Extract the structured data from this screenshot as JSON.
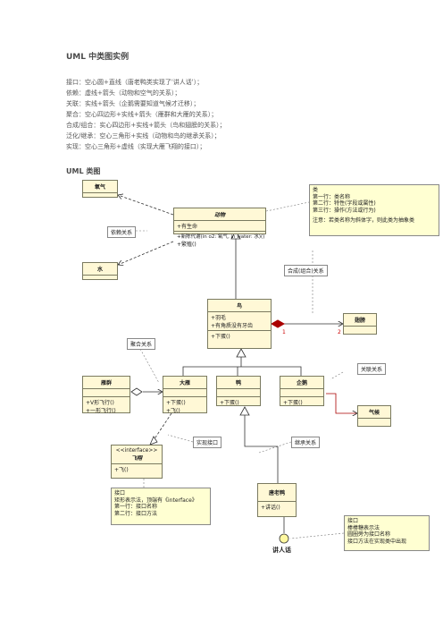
{
  "header": {
    "title": "UML 中类图实例",
    "subtitle": "UML 类图",
    "lines": [
      "接口：空心圆+直线（唐老鸭类实现了'讲人话'）；",
      "依赖：虚线+箭头（动物和空气的关系）；",
      "关联：实线+箭头（企鹅需要知道气候才迁移）；",
      "聚合：空心四边形+实线+箭头（雁群和大雁的关系）；",
      "合成/组合：实心四边形+实线+箭头（鸟和翅膀的关系）；",
      "泛化/继承：空心三角形+实线（动物和鸟的继承关系）；",
      "实现：空心三角形+虚线（实现大雁飞翔的接口）；"
    ]
  },
  "classes": {
    "oxygen": {
      "name": "氧气"
    },
    "water": {
      "name": "水"
    },
    "animal": {
      "name": "动物",
      "attrs": "+有生命",
      "ops1": "+新陈代谢(in o2: 氧气, in water: 水)()",
      "ops2": "+繁殖()"
    },
    "bird": {
      "name": "鸟",
      "attr1": "+羽毛",
      "attr2": "+有角质没有牙齿",
      "op": "+下蛋()"
    },
    "wing": {
      "name": "翅膀"
    },
    "goose_flock": {
      "name": "雁群",
      "op1": "+V形飞行()",
      "op2": "+一形飞行()"
    },
    "goose": {
      "name": "大雁",
      "op1": "+下蛋()",
      "op2": "+飞()"
    },
    "duck": {
      "name": "鸭",
      "op": "+下蛋()"
    },
    "penguin": {
      "name": "企鹅",
      "op": "+下蛋()"
    },
    "climate": {
      "name": "气候"
    },
    "flying": {
      "stereo": "<<interface>>",
      "name": "飞翔",
      "op": "+飞()"
    },
    "donald": {
      "name": "唐老鸭",
      "op": "+讲话()"
    }
  },
  "notes": {
    "class_note": [
      "类",
      "第一行：类名称",
      "第二行：特性(字段或属性)",
      "第三行：操作(方法或行为)",
      "",
      "注意：若类名称为斜体字，则此类为抽象类"
    ],
    "interface_note": [
      "接口",
      "矩形表示法，顶端有《interface》",
      "第一行：接口名称",
      "第二行：接口方法"
    ],
    "lollipop_note": [
      "接口",
      "棒棒糖表示法",
      "圆圈旁为接口名称",
      "接口方法在实现类中出现"
    ]
  },
  "tags": {
    "dependency": "依赖关系",
    "composition": "合成(组合)关系",
    "aggregation": "聚合关系",
    "association": "关联关系",
    "realization": "实现接口",
    "inheritance": "继承关系"
  },
  "multiplicity": {
    "left": "1",
    "right": "2"
  },
  "interface_label": "讲人话"
}
